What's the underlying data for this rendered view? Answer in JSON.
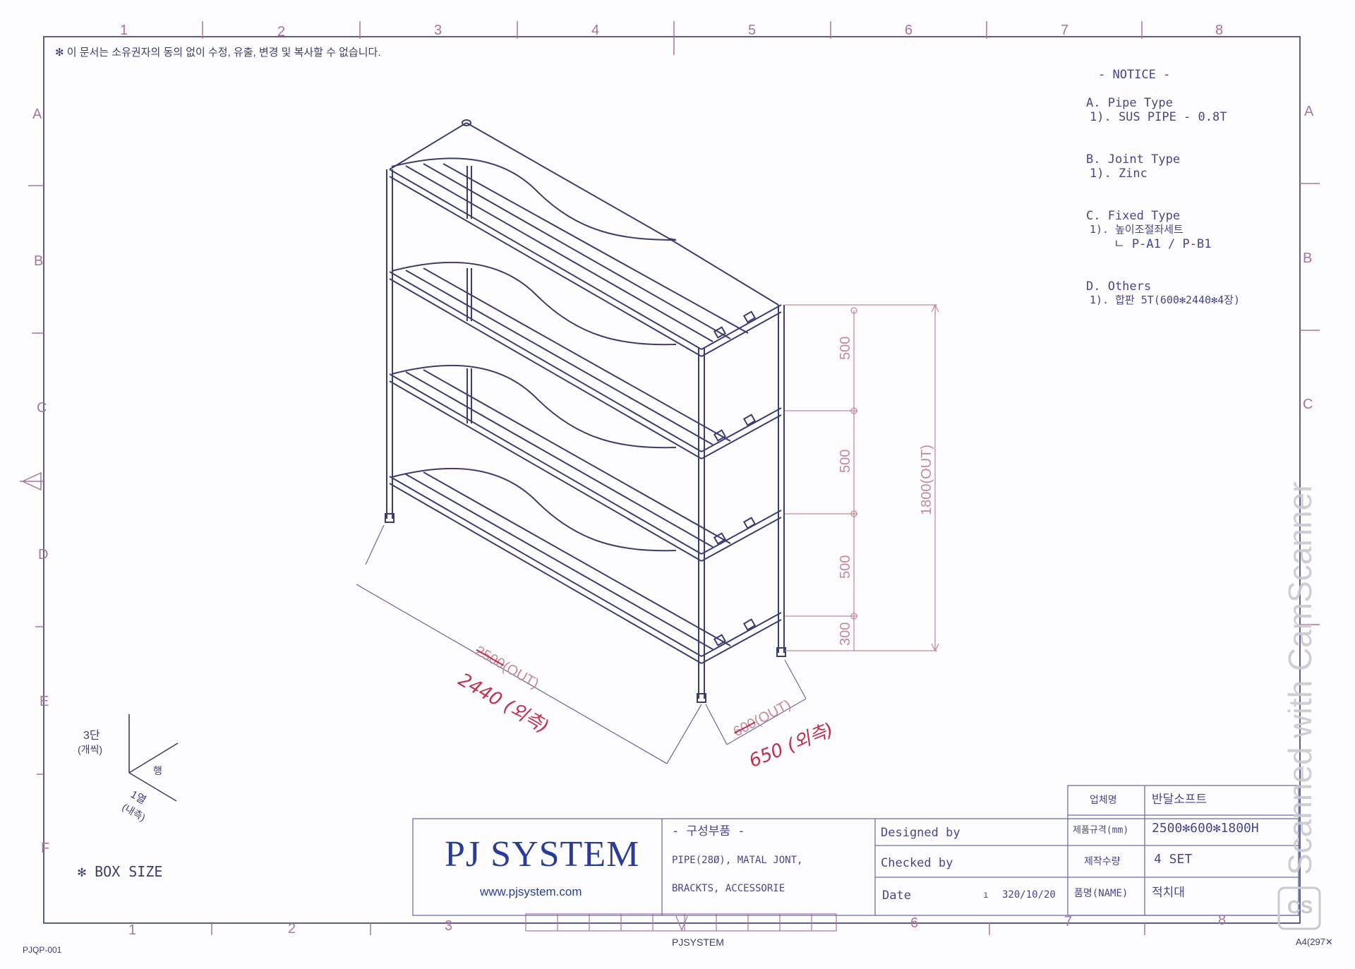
{
  "copyright_notice": "✻ 이 문서는 소유권자의 동의 없이 수정, 유출, 변경 및 복사할 수 없습니다.",
  "grid_columns": [
    "1",
    "2",
    "3",
    "4",
    "5",
    "6",
    "7",
    "8"
  ],
  "grid_rows": [
    "A",
    "B",
    "C",
    "D",
    "E",
    "F"
  ],
  "notice": {
    "title": "- NOTICE -",
    "items": [
      {
        "head": "A. Pipe Type",
        "lines": [
          "1). SUS PIPE - 0.8T"
        ]
      },
      {
        "head": "B. Joint Type",
        "lines": [
          "1). Zinc"
        ]
      },
      {
        "head": "C. Fixed Type",
        "lines": [
          "1). 높이조절좌세트",
          "ㄴ P-A1 / P-B1"
        ]
      },
      {
        "head": "D. Others",
        "lines": [
          "1). 합판 5T(600✻2440✻4장)"
        ]
      }
    ]
  },
  "dimensions": {
    "heights": [
      "500",
      "500",
      "500",
      "300"
    ],
    "overall_height": "1800(OUT)",
    "length_struck": "2500",
    "length_suffix": "(OUT)",
    "length_handwritten": "2440 (외측)",
    "depth_struck": "600",
    "depth_suffix": "(OUT)",
    "depth_handwritten": "650 (외측)"
  },
  "box_size": {
    "tier_label": "3단",
    "tier_sub": "(개씩)",
    "axis_row": "행",
    "axis_col": "1열",
    "axis_col_sub": "(내측)",
    "caption": "✻ BOX SIZE"
  },
  "title_block": {
    "company_name": "PJ SYSTEM",
    "website": "www.pjsystem.com",
    "components_title": "- 구성부품 -",
    "components_line1": "PIPE(28Ø), MATAL JONT,",
    "components_line2": "BRACKTS, ACCESSORIE",
    "designed_by": "Designed by",
    "checked_by": "Checked by",
    "date_label": "Date",
    "date_value": "320/10/20",
    "date_mark": "ı",
    "rows": [
      {
        "label": "업체명",
        "value": "반달소프트"
      },
      {
        "label": "제품규격(mm)",
        "value": "2500✻600✻1800H"
      },
      {
        "label": "제작수량",
        "value": "4 SET"
      },
      {
        "label": "품명(NAME)",
        "value": "적치대"
      }
    ]
  },
  "footer": {
    "doc_code": "PJQP-001",
    "center_label": "PJSYSTEM",
    "paper_size": "A4(297✕"
  },
  "watermark": "Scanned with CamScanner",
  "watermark_badge": "CS",
  "colors": {
    "ink": "#3b3d6e",
    "frame": "#5c5f8a",
    "grid_labels": "#a874a0",
    "dimension": "#c78a95",
    "handwritten": "#c2304d",
    "brand": "#2a3c96"
  }
}
